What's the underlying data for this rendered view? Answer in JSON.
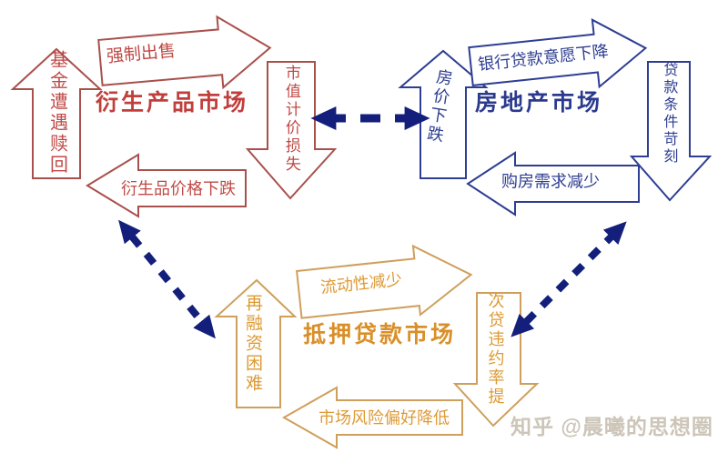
{
  "diagram": {
    "markets": {
      "derivatives": {
        "title": "衍生产品市场",
        "color": "#c03f3c",
        "arrows": {
          "up": "基金遭遇赎回",
          "right": "强制出售",
          "down": "市值计价损失",
          "left": "衍生品价格下跌"
        }
      },
      "real_estate": {
        "title": "房地产市场",
        "color": "#2b3a8e",
        "arrows": {
          "up": "房价下跌",
          "right": "银行贷款意愿下降",
          "down": "贷款条件苛刻",
          "left": "购房需求减少"
        }
      },
      "mortgage": {
        "title": "抵押贷款市场",
        "color": "#d98f28",
        "arrows": {
          "up": "再融资困难",
          "right": "流动性减少",
          "down": "次贷违约率提",
          "left": "市场风险偏好降低"
        }
      }
    },
    "connector_color": "#141f7b",
    "watermark": "知乎 @晨曦的思想圈"
  }
}
